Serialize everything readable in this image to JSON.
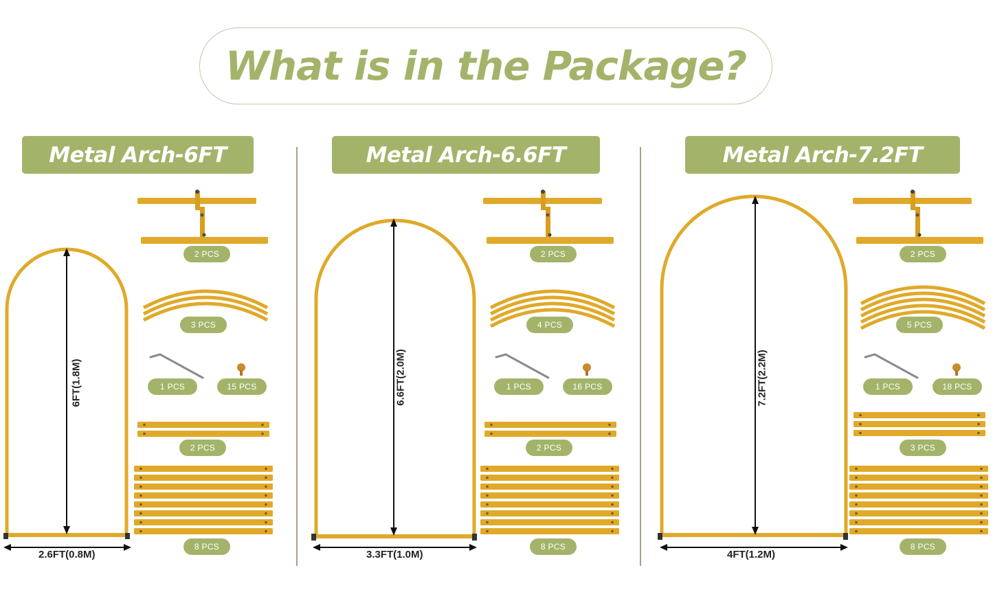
{
  "title": "What is in the Package?",
  "colors": {
    "accent": "#a3b46a",
    "gold": "#e0a92a",
    "divider": "#a99f86"
  },
  "columns": [
    {
      "banner": "Metal Arch-6FT",
      "height_label": "6FT(1.8M)",
      "width_label": "2.6FT(0.8M)",
      "parts": {
        "bases": "2 PCS",
        "curves": "3 PCS",
        "wrench": "1 PCS",
        "screws": "15 PCS",
        "bars_short": "2 PCS",
        "bars_long": "8 PCS"
      },
      "counts": {
        "curves": 3,
        "bars_short": 2,
        "bars_long": 8
      }
    },
    {
      "banner": "Metal Arch-6.6FT",
      "height_label": "6.6FT(2.0M)",
      "width_label": "3.3FT(1.0M)",
      "parts": {
        "bases": "2 PCS",
        "curves": "4 PCS",
        "wrench": "1 PCS",
        "screws": "16 PCS",
        "bars_short": "2 PCS",
        "bars_long": "8 PCS"
      },
      "counts": {
        "curves": 4,
        "bars_short": 2,
        "bars_long": 8
      }
    },
    {
      "banner": "Metal Arch-7.2FT",
      "height_label": "7.2FT(2.2M)",
      "width_label": "4FT(1.2M)",
      "parts": {
        "bases": "2 PCS",
        "curves": "5 PCS",
        "wrench": "1 PCS",
        "screws": "18 PCS",
        "bars_short": "3 PCS",
        "bars_long": "8 PCS"
      },
      "counts": {
        "curves": 5,
        "bars_short": 3,
        "bars_long": 8
      }
    }
  ]
}
